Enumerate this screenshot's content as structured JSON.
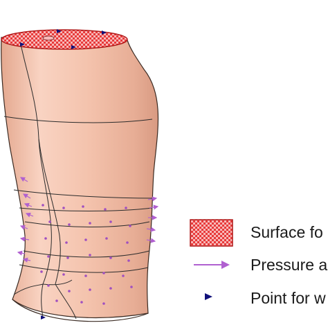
{
  "legend": {
    "items": [
      {
        "key": "surface",
        "label": "Surface fo",
        "symbol": "red-checkered-rectangle"
      },
      {
        "key": "pressure",
        "label": "Pressure a",
        "symbol": "purple-arrow"
      },
      {
        "key": "point",
        "label": "Point for w",
        "symbol": "navy-triangle-marker"
      }
    ]
  },
  "colors": {
    "skin": "#f2bfa8",
    "skin_light": "#fbdccd",
    "skin_shadow": "#d79a82",
    "outline": "#2b2b2b",
    "surface_red": "#e83030",
    "surface_red_dark": "#b01818",
    "pressure_purple": "#b060d0",
    "point_navy": "#10107a"
  }
}
